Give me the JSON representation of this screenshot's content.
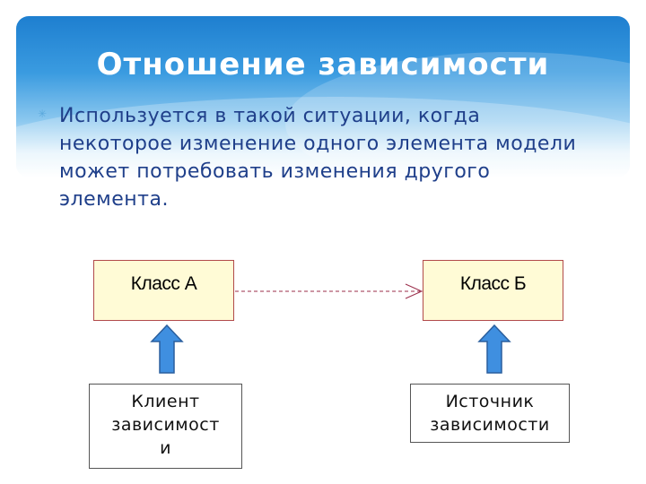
{
  "slide": {
    "title": "Отношение зависимости",
    "bullet": "Используется в такой ситуации, когда некоторое изменение одного элемента модели может потребовать изменения другого элемента."
  },
  "diagram": {
    "class_a": "Класс А",
    "class_b": "Класс Б",
    "client_label_line1": "Клиент",
    "client_label_line2": "зависимост",
    "client_label_line3": "и",
    "source_label_line1": "Источник",
    "source_label_line2": "зависимости",
    "dependency_color": "#9b2d4a",
    "arrow_fill": "#3f8fe0"
  },
  "colors": {
    "title": "#ffffff",
    "body_text": "#1f3f8a",
    "class_fill": "#fffbd6",
    "class_border": "#b14a4a"
  }
}
